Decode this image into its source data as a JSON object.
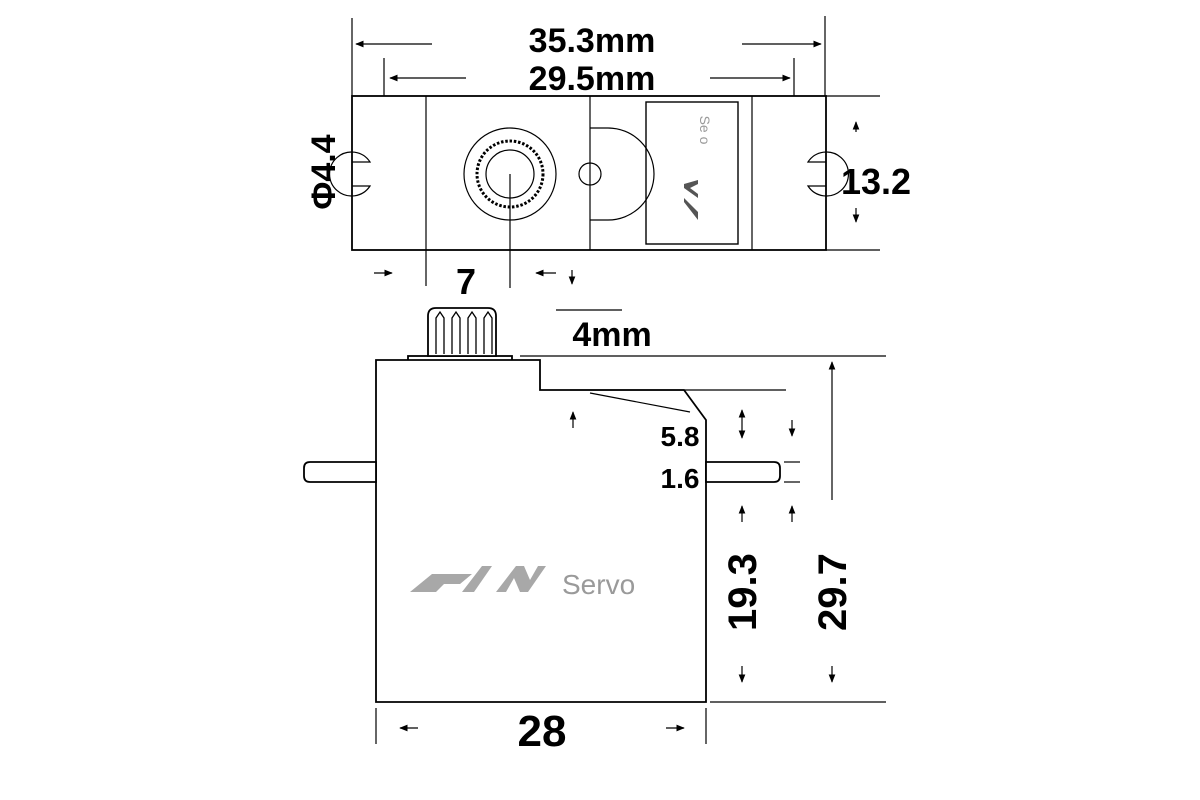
{
  "dimensions": {
    "overall_width": "35.3mm",
    "hole_spacing": "29.5mm",
    "hole_diameter": "Φ4.4",
    "flange_height": "13.2",
    "spline_offset": "7",
    "spline_height": "4mm",
    "step_height": "5.8",
    "flange_thickness": "1.6",
    "flange_to_bottom": "19.3",
    "body_height": "29.7",
    "body_width": "28"
  },
  "logo": {
    "brand_text": "Servo",
    "top_label_text": "Se o"
  }
}
